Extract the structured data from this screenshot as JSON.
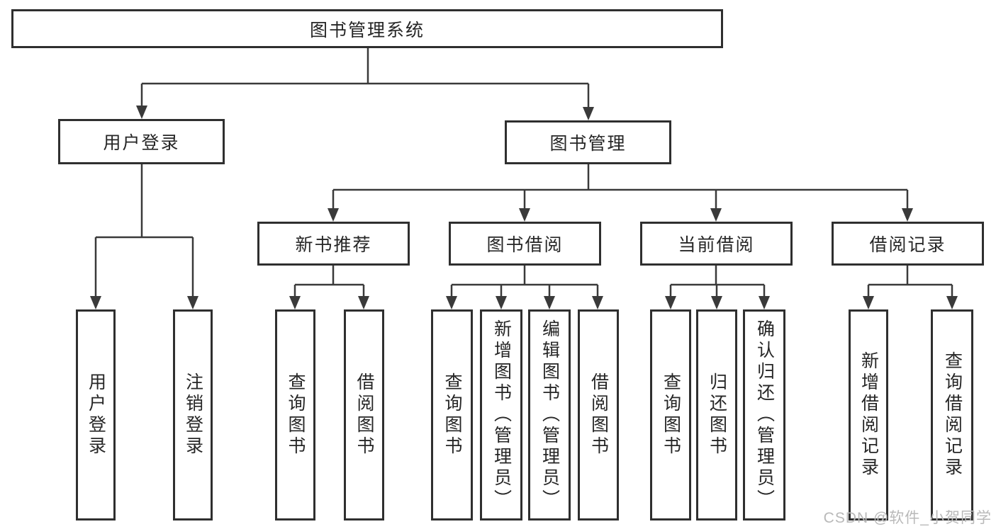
{
  "tree": {
    "root": {
      "label": "图书管理系统"
    },
    "branches": [
      {
        "label": "用户登录",
        "children": [
          "用户登录",
          "注销登录"
        ]
      },
      {
        "label": "图书管理",
        "sections": [
          {
            "label": "新书推荐",
            "children": [
              "查询图书",
              "借阅图书"
            ]
          },
          {
            "label": "图书借阅",
            "children": [
              "查询图书",
              "新增图书（管理员）",
              "编辑图书（管理员）",
              "借阅图书"
            ]
          },
          {
            "label": "当前借阅",
            "children": [
              "查询图书",
              "归还图书",
              "确认归还（管理员）"
            ]
          },
          {
            "label": "借阅记录",
            "children": [
              "新增借阅记录",
              "查询借阅记录"
            ]
          }
        ]
      }
    ]
  },
  "watermark": {
    "text": "CSDN @软件_小贺同学"
  },
  "colors": {
    "line": "#3a3a3a",
    "border": "#2f2f2f",
    "text": "#262626",
    "watermark": "#b9b9b9",
    "background": "#ffffff"
  }
}
